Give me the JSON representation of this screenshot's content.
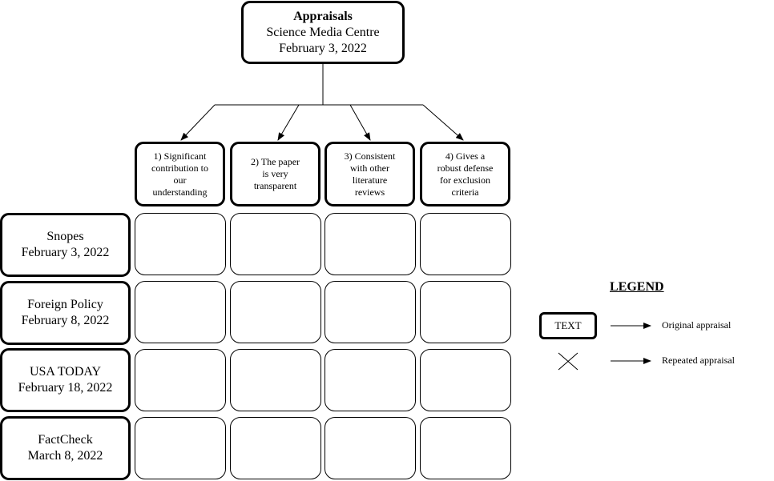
{
  "root": {
    "title": "Appraisals",
    "source": "Science Media Centre",
    "date": "February 3, 2022"
  },
  "criteria": [
    {
      "lines": [
        "1) Significant",
        "contribution to",
        "our",
        "understanding"
      ]
    },
    {
      "lines": [
        "2) The paper",
        "is very",
        "transparent"
      ]
    },
    {
      "lines": [
        "3) Consistent",
        "with other",
        "literature",
        "reviews"
      ]
    },
    {
      "lines": [
        "4) Gives a",
        "robust defense",
        "for exclusion",
        "criteria"
      ]
    }
  ],
  "rows": [
    {
      "source": "Snopes",
      "date": "February 3, 2022"
    },
    {
      "source": "Foreign Policy",
      "date": "February 8, 2022"
    },
    {
      "source": "USA TODAY",
      "date": "February 18, 2022"
    },
    {
      "source": "FactCheck",
      "date": "March 8, 2022"
    }
  ],
  "legend": {
    "title": "LEGEND",
    "box_text": "TEXT",
    "original_label": "Original appraisal",
    "repeated_label": "Repeated appraisal"
  }
}
